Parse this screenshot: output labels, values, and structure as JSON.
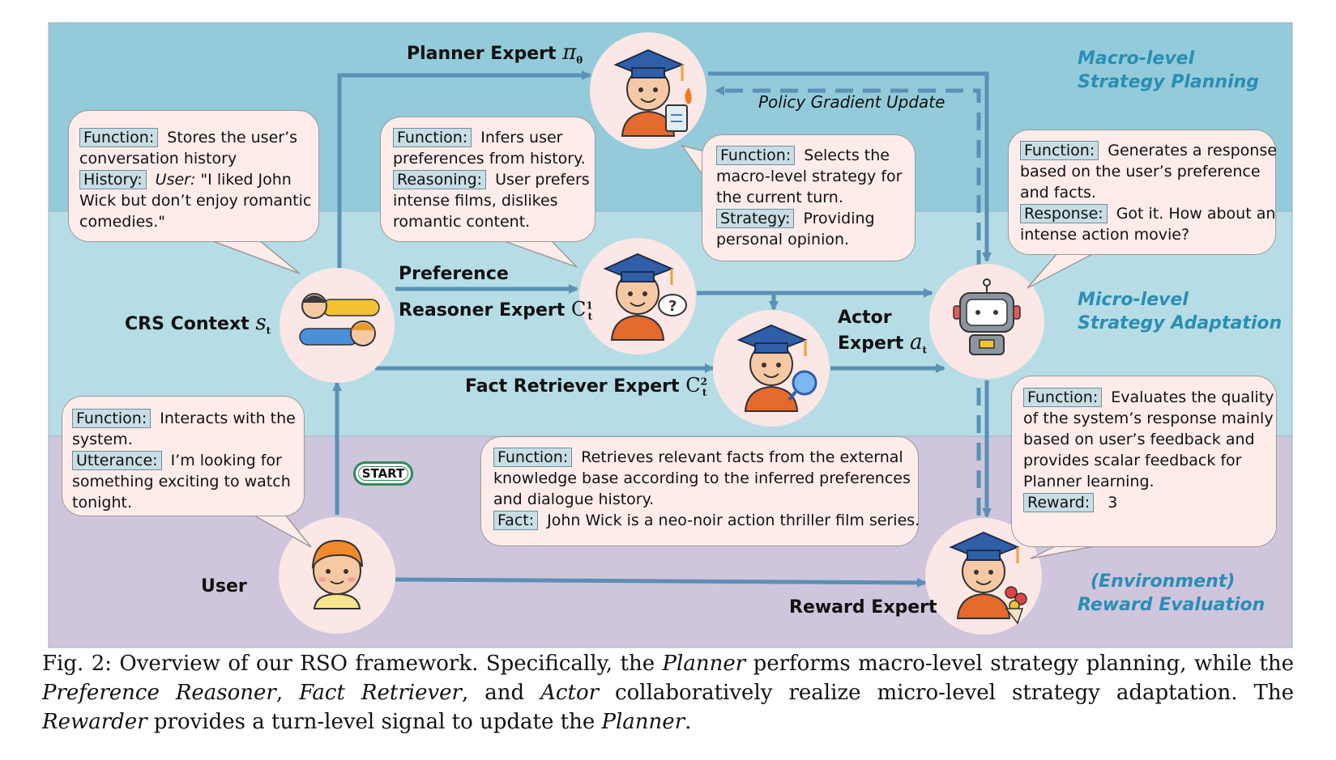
{
  "sections": {
    "macro": [
      "Macro-level",
      "Strategy Planning"
    ],
    "micro": [
      "Micro-level",
      "Strategy Adaptation"
    ],
    "reward": [
      "(Environment)",
      "Reward Evaluation"
    ]
  },
  "colors": {
    "band_macro": "#93cbda",
    "band_micro": "#b6dde5",
    "band_reward": "#cfc5dc",
    "arrow": "#5a91b5",
    "node_fill": "#fbe7e5",
    "bubble_fill": "#fdecea",
    "tag_fill": "#c8dde4",
    "section_text": "#2a8eb5",
    "start_border": "#2e8b57"
  },
  "nodes": {
    "planner": {
      "name": "Planner Expert",
      "symbol": "π",
      "sub": "θ",
      "icon": "graduate-clipboard-fire"
    },
    "crs": {
      "name": "CRS Context",
      "symbol": "s",
      "sub": "t",
      "icon": "chat-people"
    },
    "preference": {
      "line1": "Preference",
      "line2": "Reasoner Expert",
      "symbol": "C",
      "sup": "1",
      "sub": "t",
      "icon": "graduate-question"
    },
    "fact": {
      "name": "Fact Retriever Expert",
      "symbol": "C",
      "sup": "2",
      "sub": "t",
      "icon": "graduate-magnifier"
    },
    "actor": {
      "line1": "Actor",
      "line2": "Expert",
      "symbol": "a",
      "sub": "t",
      "icon": "robot"
    },
    "user": {
      "name": "User",
      "icon": "user-face"
    },
    "reward": {
      "name": "Reward Expert",
      "icon": "graduate-flowers"
    }
  },
  "policy_gradient": "Policy Gradient Update",
  "start_label": "START",
  "bubbles": {
    "crs": [
      [
        {
          "tag": "Function:"
        },
        {
          "t": " Stores the user’s"
        }
      ],
      [
        {
          "t": "conversation history"
        }
      ],
      [
        {
          "tag": "History:"
        },
        {
          "t": " "
        },
        {
          "i": "User:"
        },
        {
          "t": " \"I liked John"
        }
      ],
      [
        {
          "t": "Wick but don’t enjoy romantic"
        }
      ],
      [
        {
          "t": "comedies.\""
        }
      ]
    ],
    "preference": [
      [
        {
          "tag": "Function:"
        },
        {
          "t": " Infers user"
        }
      ],
      [
        {
          "t": "preferences from history."
        }
      ],
      [
        {
          "tag": "Reasoning:"
        },
        {
          "t": " User prefers"
        }
      ],
      [
        {
          "t": "intense films, dislikes"
        }
      ],
      [
        {
          "t": "romantic content."
        }
      ]
    ],
    "planner": [
      [
        {
          "tag": "Function:"
        },
        {
          "t": " Selects the"
        }
      ],
      [
        {
          "t": "macro-level strategy for"
        }
      ],
      [
        {
          "t": "the current turn."
        }
      ],
      [
        {
          "tag": "Strategy:"
        },
        {
          "t": " Providing"
        }
      ],
      [
        {
          "t": "personal opinion."
        }
      ]
    ],
    "actor": [
      [
        {
          "tag": "Function:"
        },
        {
          "t": " Generates a response"
        }
      ],
      [
        {
          "t": "based on the user’s preference"
        }
      ],
      [
        {
          "t": "and facts."
        }
      ],
      [
        {
          "tag": "Response:"
        },
        {
          "t": " Got it. How about an"
        }
      ],
      [
        {
          "t": "intense action movie?"
        }
      ]
    ],
    "user": [
      [
        {
          "tag": "Function:"
        },
        {
          "t": " Interacts with the"
        }
      ],
      [
        {
          "t": "system."
        }
      ],
      [
        {
          "tag": "Utterance:"
        },
        {
          "t": " I’m looking for"
        }
      ],
      [
        {
          "t": "something exciting to watch"
        }
      ],
      [
        {
          "t": "tonight."
        }
      ]
    ],
    "fact": [
      [
        {
          "tag": "Function:"
        },
        {
          "t": " Retrieves relevant facts from the external"
        }
      ],
      [
        {
          "t": "knowledge base according to the inferred preferences"
        }
      ],
      [
        {
          "t": "and dialogue history."
        }
      ],
      [
        {
          "tag": "Fact:"
        },
        {
          "t": " John Wick is a neo-noir action thriller film series."
        }
      ]
    ],
    "reward": [
      [
        {
          "tag": "Function:"
        },
        {
          "t": " Evaluates the quality"
        }
      ],
      [
        {
          "t": "of the system’s response mainly"
        }
      ],
      [
        {
          "t": "based on user’s feedback and"
        }
      ],
      [
        {
          "t": "provides scalar feedback for"
        }
      ],
      [
        {
          "t": "Planner learning."
        }
      ],
      [
        {
          "tag": "Reward:"
        },
        {
          "t": "  3"
        }
      ]
    ]
  },
  "caption": [
    {
      "t": "Fig. 2: Overview of our RSO framework. Specifically, the "
    },
    {
      "i": "Planner"
    },
    {
      "t": " performs macro-level strategy planning, while the "
    },
    {
      "i": "Preference Reasoner"
    },
    {
      "t": ", "
    },
    {
      "i": "Fact Retriever"
    },
    {
      "t": ", and "
    },
    {
      "i": "Actor"
    },
    {
      "t": " collaboratively realize micro-level strategy adaptation. The "
    },
    {
      "i": "Rewarder"
    },
    {
      "t": " provides a turn-level signal to update the "
    },
    {
      "i": "Planner"
    },
    {
      "t": "."
    }
  ]
}
